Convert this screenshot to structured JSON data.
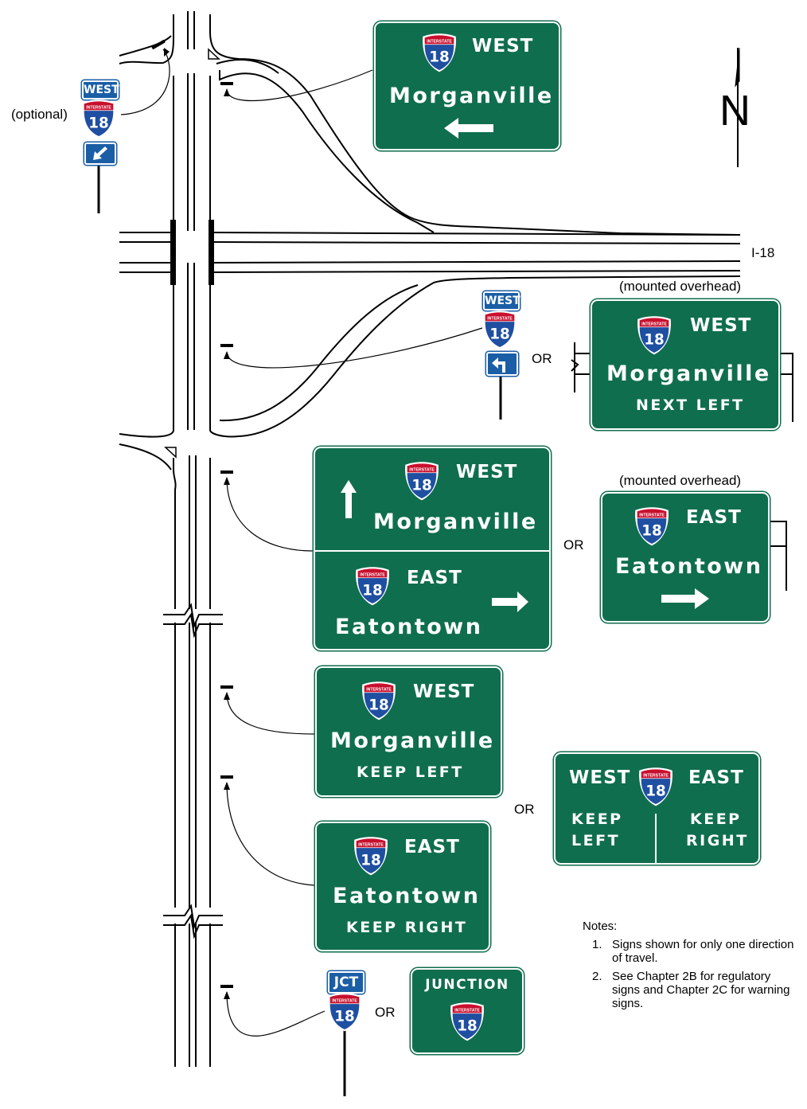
{
  "labels": {
    "optional": "(optional)",
    "i18": "I-18",
    "mounted1": "(mounted overhead)",
    "mounted2": "(mounted overhead)",
    "or1": "OR",
    "or2": "OR",
    "or3": "OR",
    "or4": "OR",
    "north": "N"
  },
  "shield": {
    "top_text": "INTERSTATE",
    "route": "18"
  },
  "colors": {
    "guide_green": "#0f6e4e",
    "shield_blue": "#1f4fa1",
    "shield_red": "#c8102e",
    "aux_blue": "#1a5ea6"
  },
  "signs": {
    "top_guide": {
      "direction": "WEST",
      "city": "Morganville",
      "arrow": "arrow-left"
    },
    "optional_assembly": {
      "cardinal": "WEST",
      "arrow": "arrow-down-left"
    },
    "next_left_post": {
      "cardinal": "WEST",
      "arrow": "turn-left-arrow"
    },
    "next_left_overhead": {
      "direction": "WEST",
      "city": "Morganville",
      "action": "NEXT LEFT"
    },
    "split_combo": {
      "top": {
        "direction": "WEST",
        "city": "Morganville",
        "arrow": "arrow-up"
      },
      "bottom": {
        "direction": "EAST",
        "city": "Eatontown",
        "arrow": "arrow-right"
      }
    },
    "east_overhead": {
      "direction": "EAST",
      "city": "Eatontown",
      "arrow": "arrow-right"
    },
    "keep_left": {
      "direction": "WEST",
      "city": "Morganville",
      "action": "KEEP LEFT"
    },
    "keep_right": {
      "direction": "EAST",
      "city": "Eatontown",
      "action": "KEEP RIGHT"
    },
    "keep_combo": {
      "left_dir": "WEST",
      "right_dir": "EAST",
      "left_action_1": "KEEP",
      "left_action_2": "LEFT",
      "right_action_1": "KEEP",
      "right_action_2": "RIGHT"
    },
    "jct_post": {
      "label": "JCT"
    },
    "junction_guide": {
      "label": "JUNCTION"
    }
  },
  "notes": {
    "title": "Notes:",
    "items": [
      {
        "num": "1.",
        "text": "Signs shown for only one direction of travel."
      },
      {
        "num": "2.",
        "text": "See Chapter 2B for regulatory signs and Chapter 2C for warning signs."
      }
    ]
  }
}
